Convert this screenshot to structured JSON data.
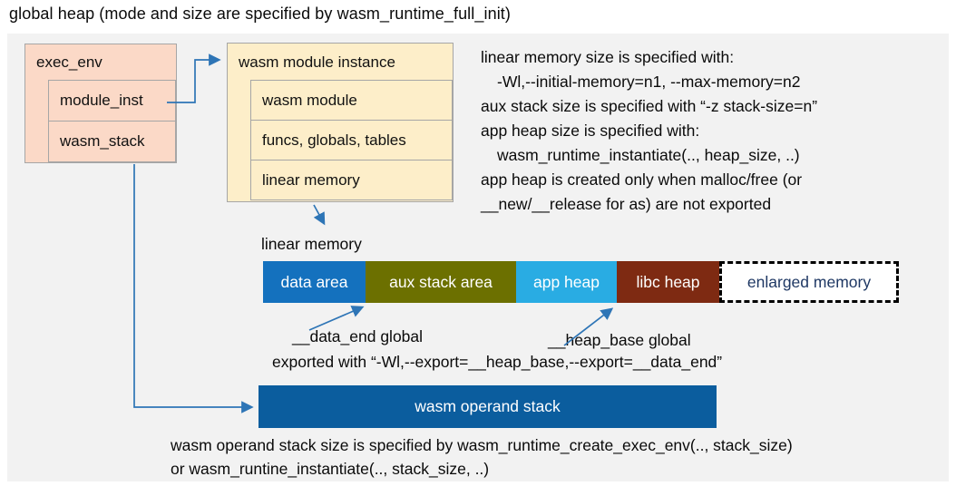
{
  "title": "global heap (mode and size are specified by wasm_runtime_full_init)",
  "exec_env": {
    "header": "exec_env",
    "rows": [
      "module_inst",
      "wasm_stack"
    ]
  },
  "module_instance": {
    "header": "wasm module instance",
    "rows": [
      "wasm module",
      "funcs, globals, tables",
      "linear memory"
    ]
  },
  "notes_right": {
    "lines": [
      "linear memory size is specified with:",
      "-Wl,--initial-memory=n1, --max-memory=n2",
      "aux stack size is specified with “-z stack-size=n”",
      "app heap size is specified with:",
      "wasm_runtime_instantiate(.., heap_size, ..)",
      "app heap is created only when malloc/free (or",
      "__new/__release for as) are not exported"
    ]
  },
  "linear_memory": {
    "label": "linear memory",
    "segments": [
      {
        "label": "data area",
        "bg": "#1471be",
        "fg": "#ffffff"
      },
      {
        "label": "aux stack area",
        "bg": "#6c7000",
        "fg": "#ffffff"
      },
      {
        "label": "app heap",
        "bg": "#29ace3",
        "fg": "#ffffff"
      },
      {
        "label": "libc heap",
        "bg": "#7e2a12",
        "fg": "#ffffff"
      },
      {
        "label": "enlarged memory",
        "bg": "#ffffff",
        "fg": "#1f3864"
      }
    ],
    "annotations": {
      "data_end": "__data_end global",
      "heap_base": "__heap_base global",
      "export_note": "exported with “-Wl,--export=__heap_base,--export=__data_end”"
    }
  },
  "operand_stack": {
    "label": "wasm operand stack",
    "notes": [
      "wasm operand stack size is specified by wasm_runtime_create_exec_env(.., stack_size)",
      "or wasm_runtine_instantiate(.., stack_size, ..)"
    ]
  },
  "colors": {
    "panel_bg": "#f2f2f2",
    "exec_box_bg": "#fbd9c7",
    "instance_box_bg": "#fdeec9",
    "operand_bar_bg": "#0b5d9e",
    "arrow": "#2e75b6"
  }
}
